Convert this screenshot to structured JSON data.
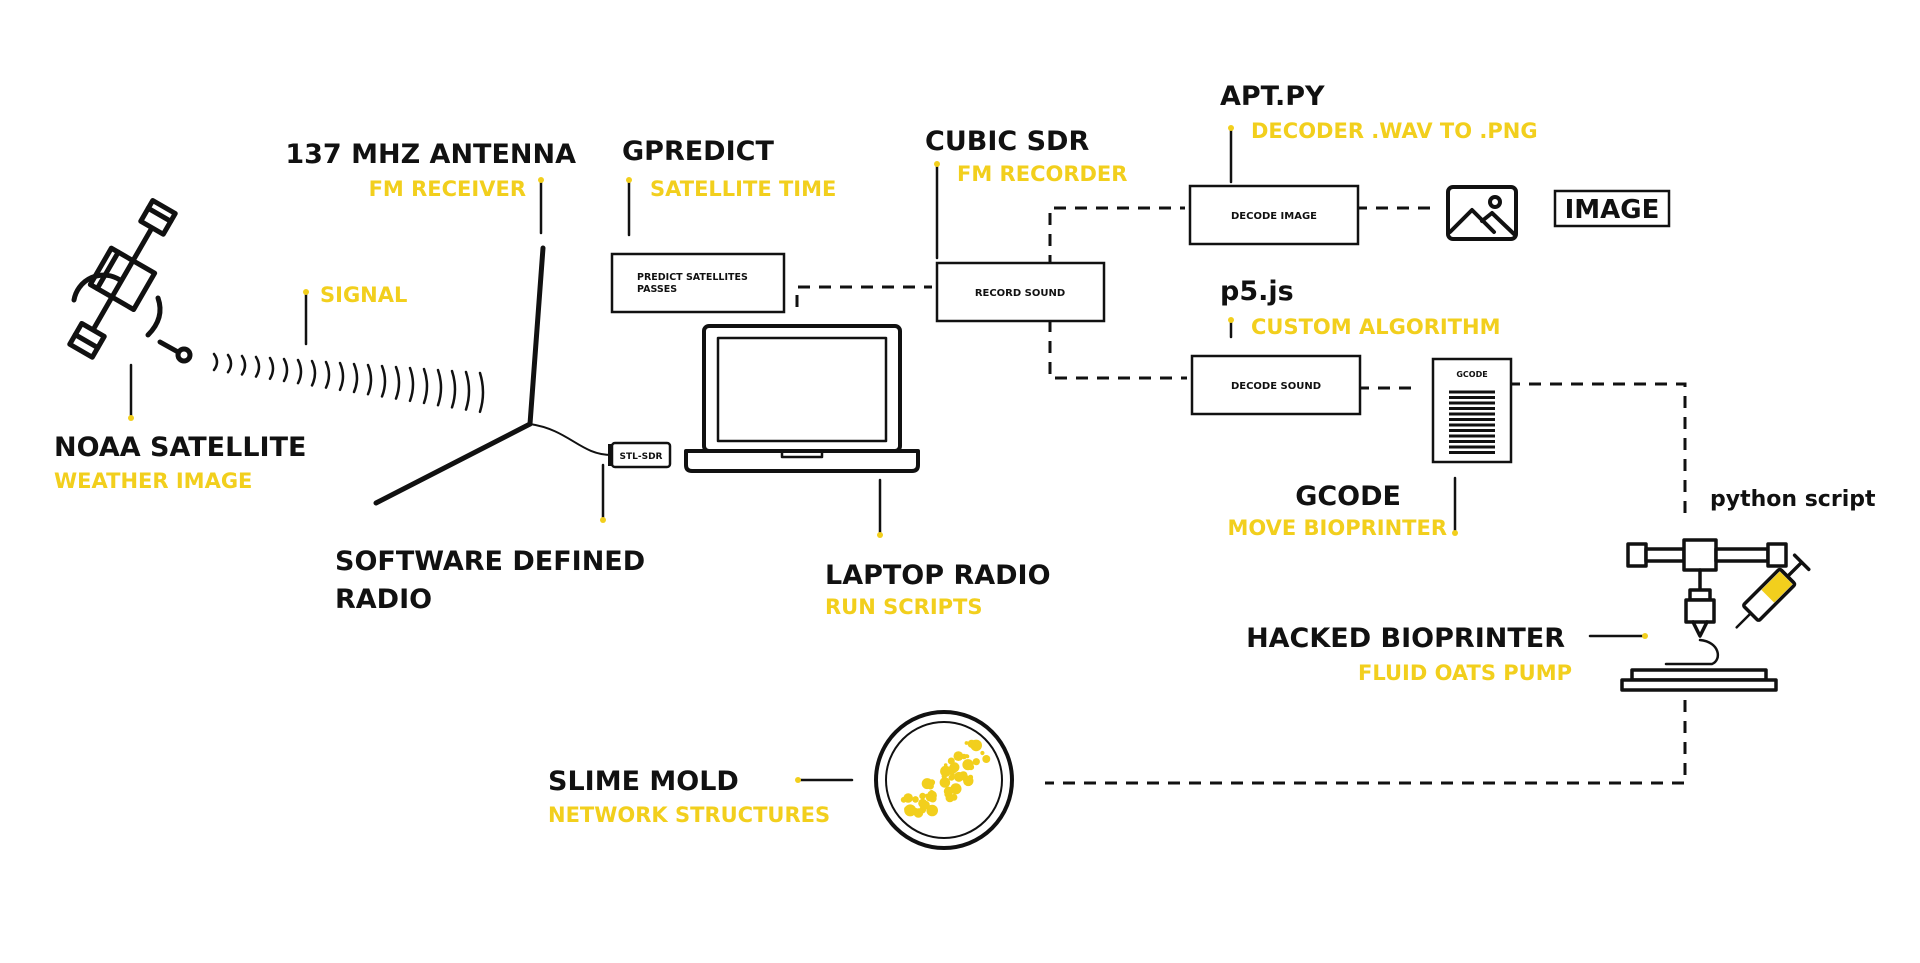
{
  "colors": {
    "accent": "#f2cf1d",
    "ink": "#111111",
    "background": "#ffffff"
  },
  "nodes": {
    "antenna": {
      "title": "137 MHZ ANTENNA",
      "subtitle": "FM RECEIVER"
    },
    "gpredict": {
      "title": "GPREDICT",
      "subtitle": "SATELLITE TIME",
      "box": "PREDICT SATELLITES PASSES"
    },
    "cubic_sdr": {
      "title": "CUBIC SDR",
      "subtitle": "FM RECORDER",
      "box": "RECORD SOUND"
    },
    "apt_py": {
      "title": "APT.PY",
      "subtitle": "DECODER .WAV TO .PNG",
      "box": "DECODE IMAGE"
    },
    "image_output": {
      "label": "IMAGE",
      "icon": "image-icon"
    },
    "signal": {
      "label": "SIGNAL"
    },
    "satellite": {
      "title": "NOAA SATELLITE",
      "subtitle": "WEATHER IMAGE",
      "icon": "satellite-icon"
    },
    "p5js": {
      "title": "p5.js",
      "subtitle": "CUSTOM ALGORITHM",
      "box": "DECODE SOUND"
    },
    "gcode": {
      "title": "GCODE",
      "subtitle": "MOVE BIOPRINTER",
      "doc_label": "GCODE",
      "icon": "document-icon"
    },
    "sdr": {
      "title_line1": "SOFTWARE DEFINED",
      "title_line2": "RADIO",
      "dongle": "STL-SDR",
      "icon": "usb-dongle-icon"
    },
    "laptop": {
      "title": "LAPTOP RADIO",
      "subtitle": "RUN SCRIPTS",
      "icon": "laptop-icon"
    },
    "python": {
      "label": "python script"
    },
    "bioprinter": {
      "title": "HACKED BIOPRINTER",
      "subtitle": "FLUID OATS PUMP",
      "icon": "bioprinter-icon"
    },
    "slime_mold": {
      "title": "SLIME MOLD",
      "subtitle": "NETWORK STRUCTURES",
      "icon": "petri-dish-icon"
    }
  }
}
